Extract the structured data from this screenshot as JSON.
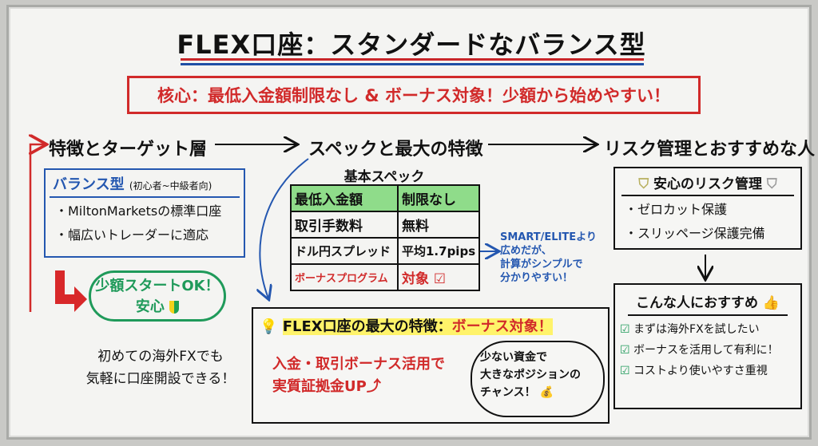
{
  "title": "FLEX口座：スタンダードなバランス型",
  "core_message": "核心：最低入金額制限なし & ボーナス対象！少額から始めやすい！",
  "sections": {
    "features": "特徴とターゲット層",
    "specs": "スペックと最大の特徴",
    "risk": "リスク管理とおすすめな人"
  },
  "balance_box": {
    "title": "バランス型",
    "subtitle": "(初心者~中級者向)",
    "items": [
      "・MiltonMarketsの標準口座",
      "・幅広いトレーダーに適応"
    ]
  },
  "small_start_cloud": {
    "line1": "少額スタートOK！",
    "line2": "安心"
  },
  "beginner_note": {
    "line1": "初めての海外FXでも",
    "line2": "気軽に口座開設できる！"
  },
  "spec_table": {
    "title": "基本スペック",
    "rows": [
      [
        "最低入金額",
        "制限なし"
      ],
      [
        "取引手数料",
        "無料"
      ],
      [
        "ドル円スプレッド",
        "平均1.7pips"
      ],
      [
        "ボーナスプログラム",
        "対象"
      ]
    ]
  },
  "spread_note": [
    "SMART/ELITEより",
    "広めだが、",
    "計算がシンプルで",
    "分かりやすい！"
  ],
  "feature_box": {
    "title_prefix": "FLEX口座の最大の特徴：",
    "title_highlight": "ボーナス対象！",
    "line1": "入金・取引ボーナス活用で",
    "line2": "実質証拠金UP",
    "cloud": [
      "少ない資金で",
      "大きなポジションの",
      "チャンス！"
    ]
  },
  "risk_box": {
    "title": "安心のリスク管理",
    "items": [
      "・ゼロカット保護",
      "・スリッページ保護完備"
    ]
  },
  "recommend_box": {
    "title": "こんな人におすすめ",
    "items": [
      "まずは海外FXを試したい",
      "ボーナスを活用して有利に！",
      "コストより使いやすさ重視"
    ]
  }
}
